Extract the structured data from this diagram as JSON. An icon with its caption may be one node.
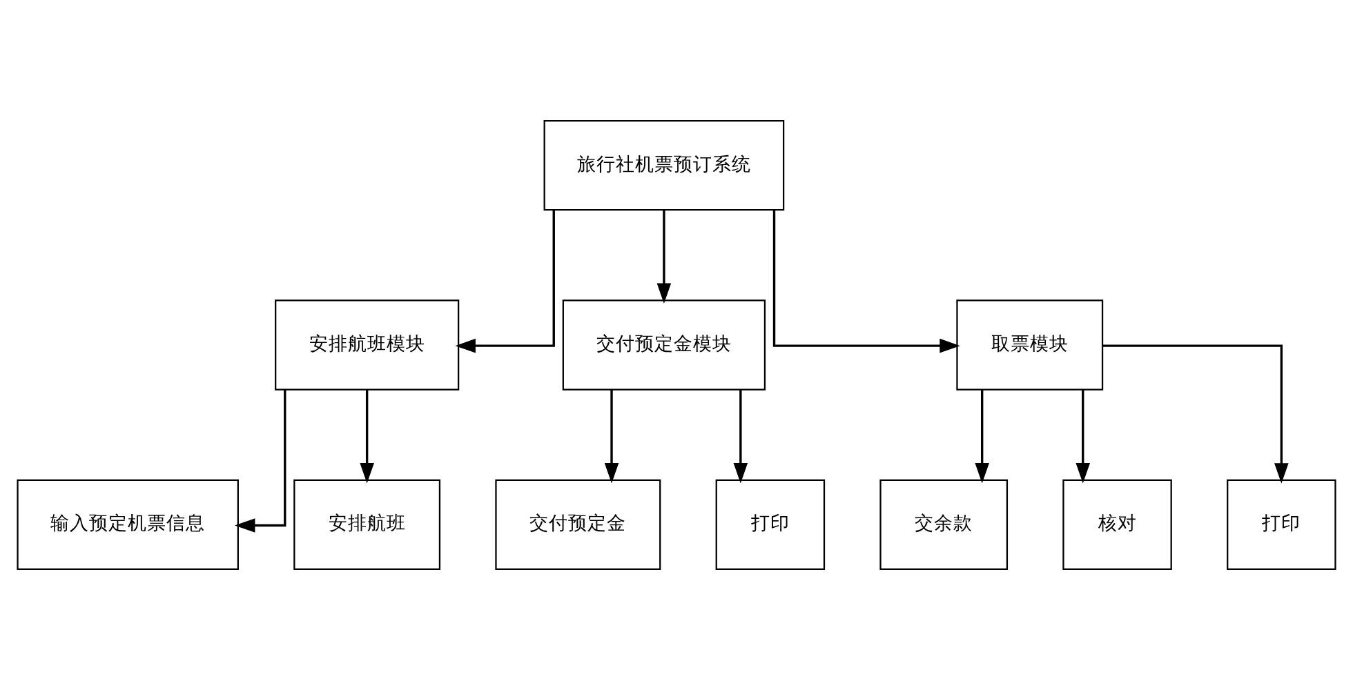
{
  "diagram": {
    "nodes": [
      {
        "text": [
          "旅行社机票预订系统"
        ]
      },
      {
        "text": [
          "安排航班模块"
        ]
      },
      {
        "text": [
          "交付预定金模块"
        ]
      },
      {
        "text": [
          "取票模块"
        ]
      },
      {
        "text": [
          "输入预定机票信息"
        ]
      },
      {
        "text": [
          "安排航班"
        ]
      },
      {
        "text": [
          "交付预定金"
        ]
      },
      {
        "text": [
          "打印"
        ]
      },
      {
        "text": [
          "交余款"
        ]
      },
      {
        "text": [
          "核对"
        ]
      },
      {
        "text": [
          "打印"
        ]
      }
    ],
    "edges": [
      {
        "from": 0,
        "to": 1,
        "arrow": "to"
      },
      {
        "from": 0,
        "to": 2,
        "arrow": "to"
      },
      {
        "from": 0,
        "to": 3,
        "arrow": "to"
      },
      {
        "from": 1,
        "to": 4,
        "arrow": "to"
      },
      {
        "from": 1,
        "to": 5,
        "arrow": "to"
      },
      {
        "from": 2,
        "to": 6,
        "arrow": "to"
      },
      {
        "from": 2,
        "to": 7,
        "arrow": "to"
      },
      {
        "from": 3,
        "to": 8,
        "arrow": "to"
      },
      {
        "from": 3,
        "to": 9,
        "arrow": "to"
      },
      {
        "from": 3,
        "to": 10,
        "arrow": "to"
      }
    ]
  }
}
